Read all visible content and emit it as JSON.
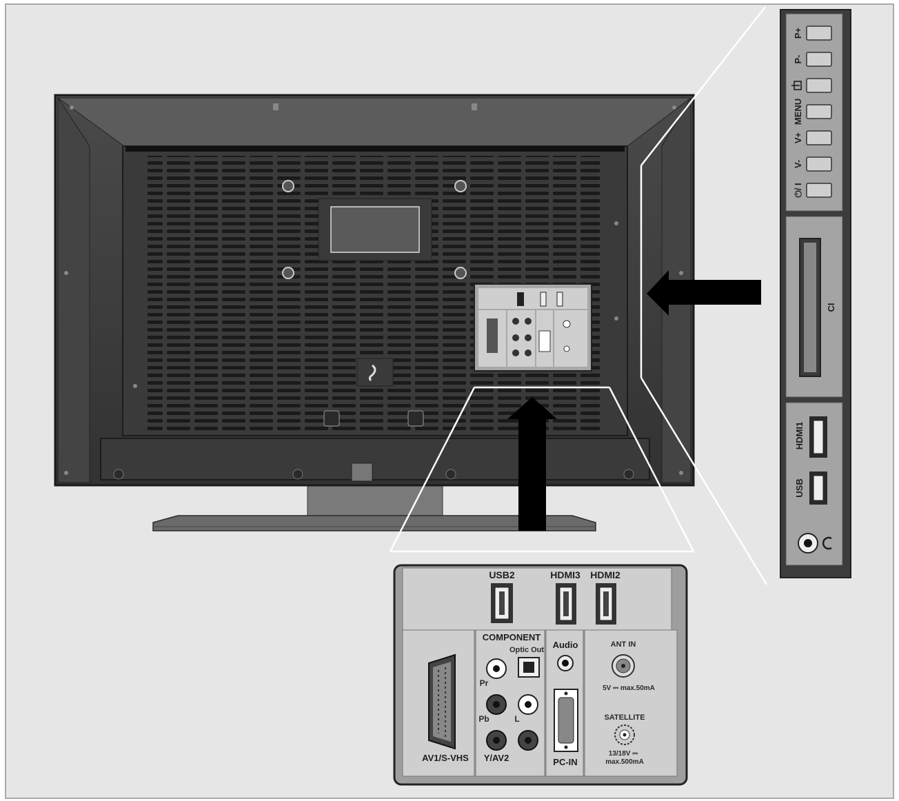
{
  "colors": {
    "background": "#e6e6e6",
    "tv_body": "#3c3c3c",
    "panel_grey": "#9e9e9e",
    "jack_plate": "#cfcfcf",
    "arrow": "#000000"
  },
  "side_panel": {
    "buttons": [
      {
        "label": "P+"
      },
      {
        "label": "P-"
      },
      {
        "label": "MENU"
      },
      {
        "label": "V+"
      },
      {
        "label": "V-"
      },
      {
        "label": "⏻/ I"
      }
    ],
    "source_icon": "source-input-icon",
    "ci_label": "CI",
    "hdmi_label": "HDMI1",
    "usb_label": "USB",
    "headphone_icon": "headphone-icon"
  },
  "bottom_panel": {
    "usb2_label": "USB2",
    "hdmi3_label": "HDMI3",
    "hdmi2_label": "HDMI2",
    "component_label": "COMPONENT",
    "optic_out_label": "Optic Out",
    "audio_label": "Audio",
    "ant_in_label": "ANT IN",
    "ant_in_spec": "5V ⎓ max.50mA",
    "satellite_label": "SATELLITE",
    "satellite_spec_1": "13/18V ⎓",
    "satellite_spec_2": "max.500mA",
    "pr_label": "Pr",
    "pb_label": "Pb",
    "l_label": "L",
    "av1_label": "AV1/S-VHS",
    "yav2_label": "Y/AV2",
    "pcin_label": "PC-IN"
  }
}
